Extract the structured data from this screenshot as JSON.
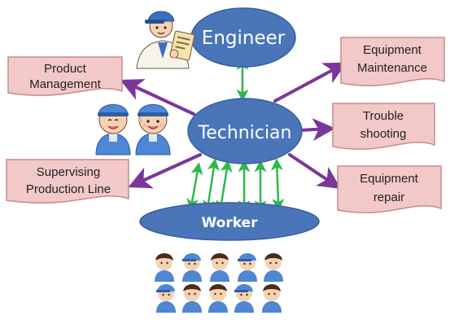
{
  "nodes": {
    "engineer": "Engineer",
    "technician": "Technician",
    "worker": "Worker"
  },
  "documents": {
    "product_management": [
      "Product",
      "Management"
    ],
    "supervising": [
      "Supervising",
      "Production Line"
    ],
    "equipment_maintenance": [
      "Equipment",
      "Maintenance"
    ],
    "trouble_shooting": [
      "Trouble",
      "shooting"
    ],
    "equipment_repair": [
      "Equipment",
      "repair"
    ]
  },
  "colors": {
    "ellipse_fill": "#4a76b9",
    "ellipse_stroke": "#35609f",
    "document_fill": "#f2c8c8",
    "document_stroke": "#c88b8b",
    "purple_arrow": "#7a3799",
    "green_arrow": "#2eb84a",
    "uniform_blue": "#4f86d6",
    "hair_brown": "#4a2c1a",
    "skin": "#f6d2b0"
  },
  "icons": {
    "engineer": "engineer-with-clipboard-icon",
    "technicians": "technician-pair-icon",
    "workers": "worker-group-icon"
  }
}
